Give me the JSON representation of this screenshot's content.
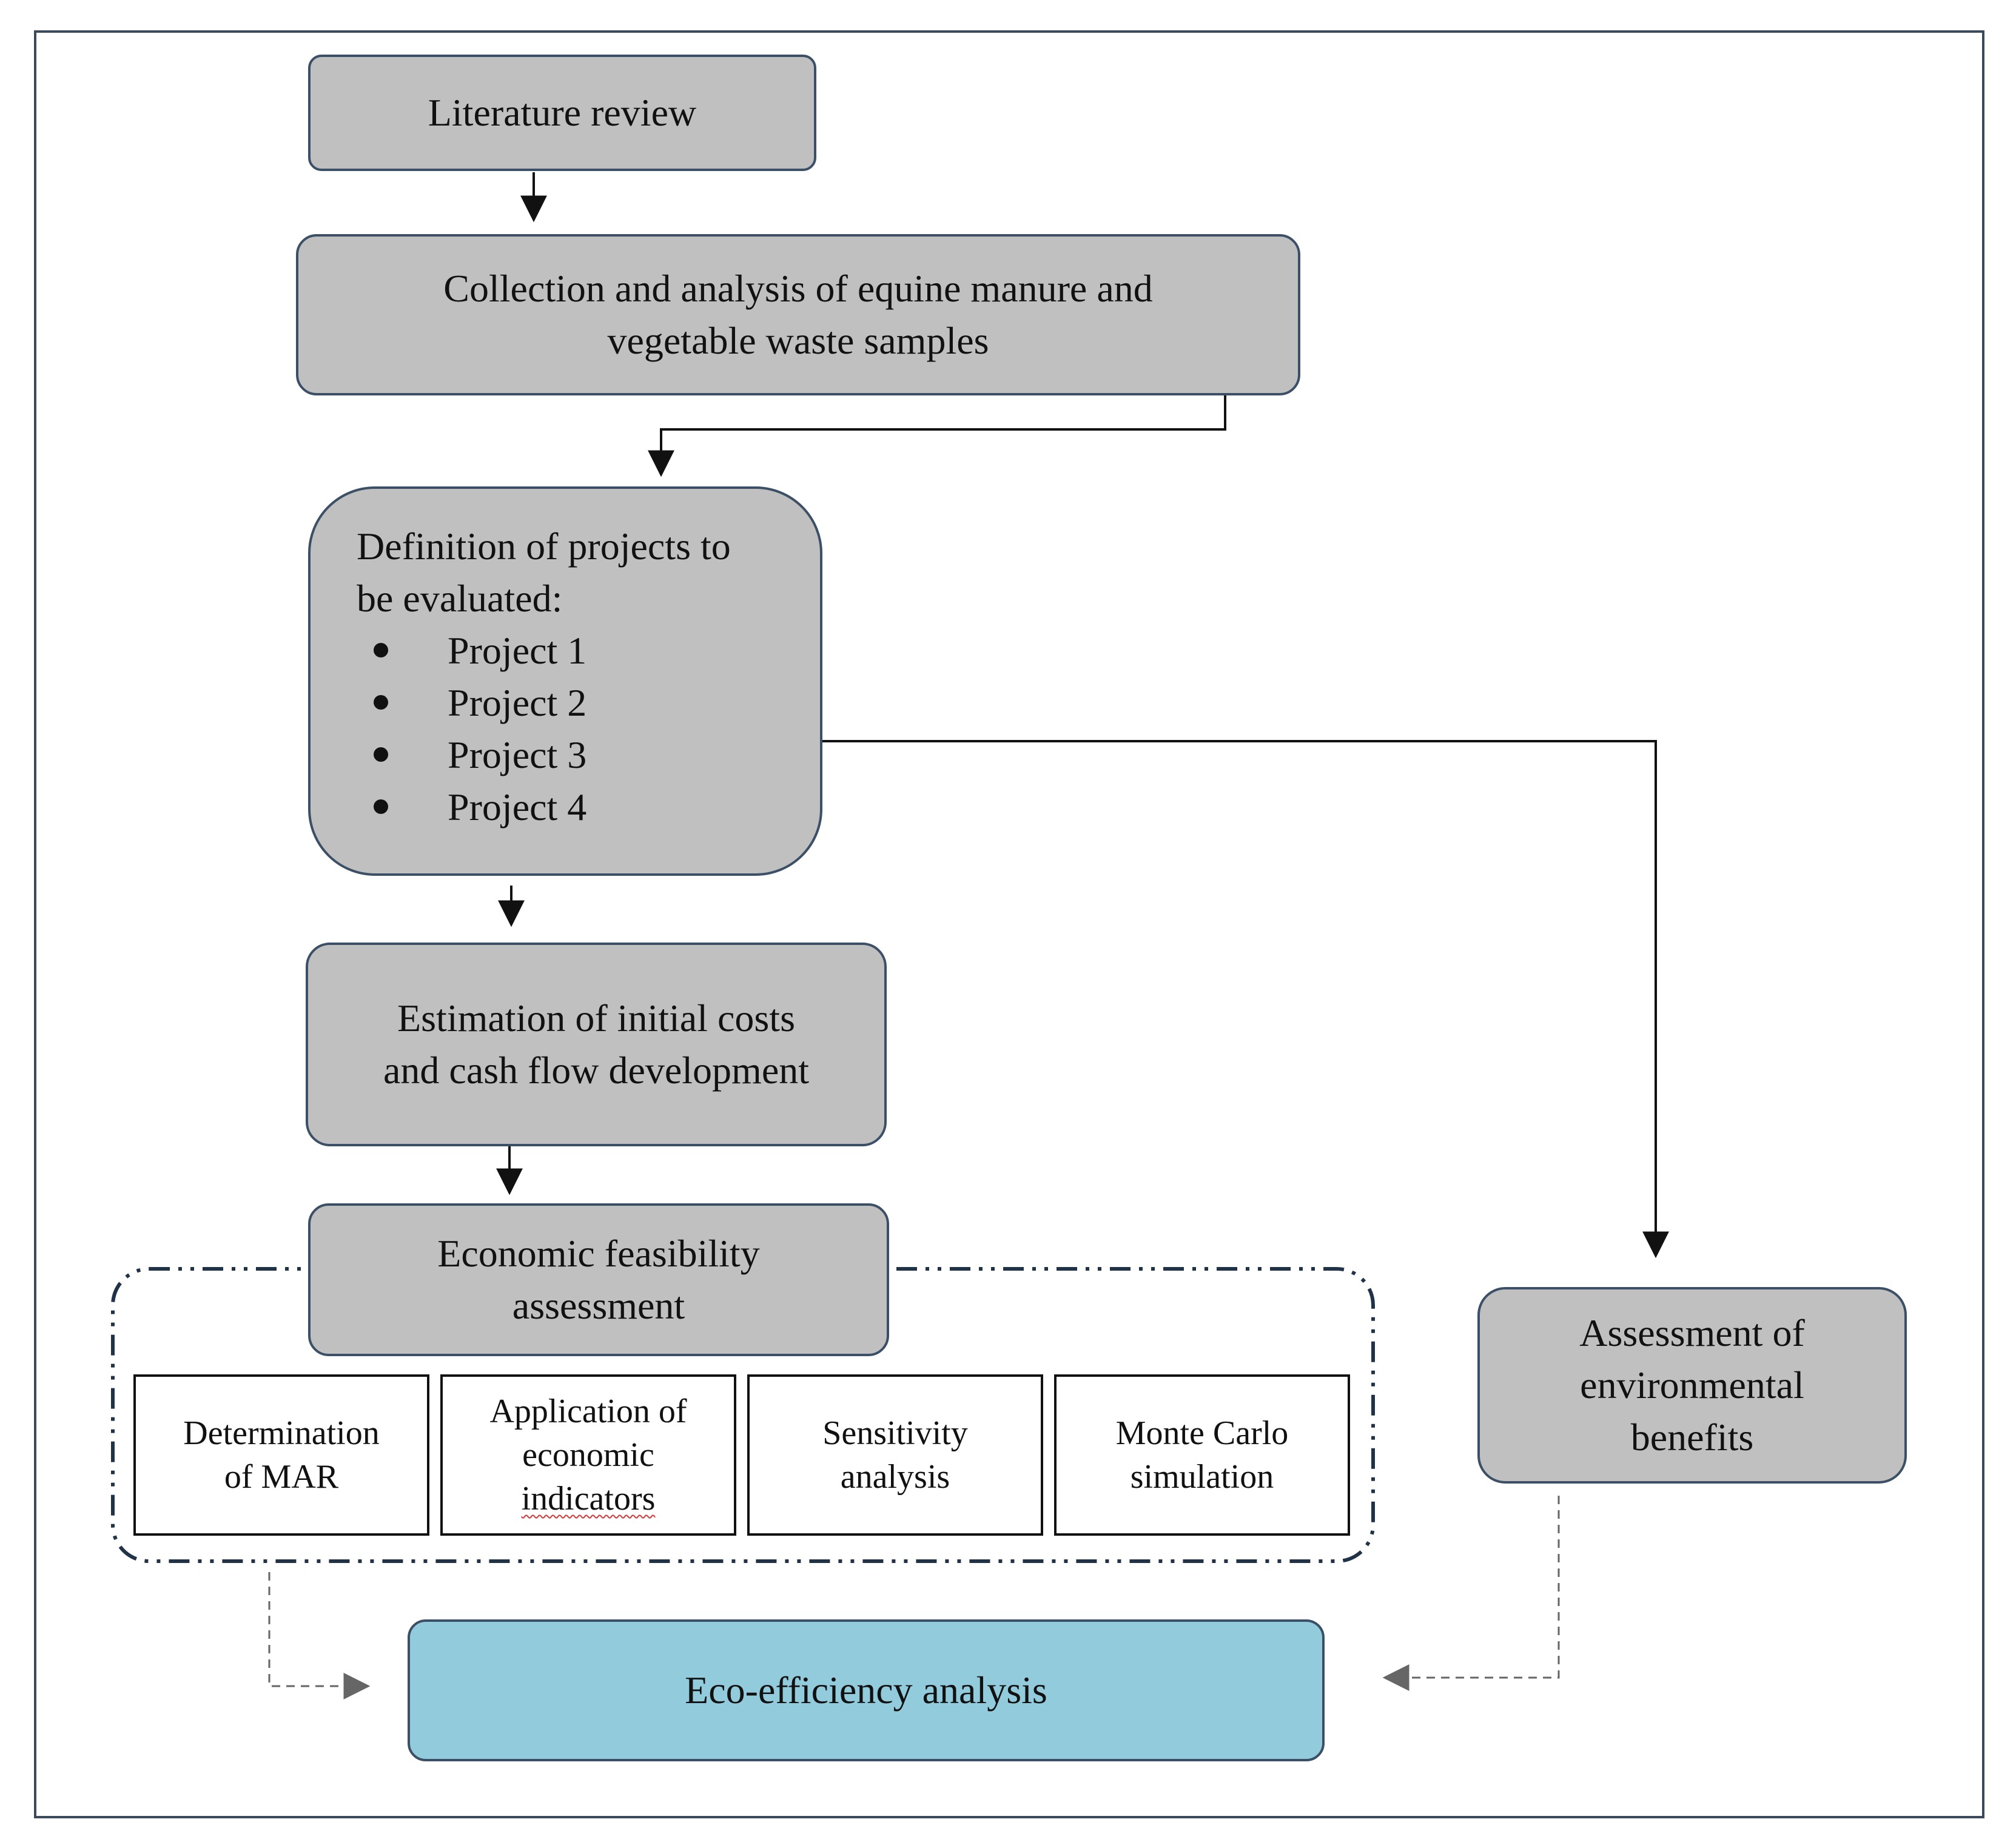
{
  "boxes": {
    "literature_review": "Literature review",
    "collection_line1": "Collection and analysis of equine manure and",
    "collection_line2": "vegetable waste samples",
    "definition_line1": "Definition of projects to",
    "definition_line2": "be evaluated:",
    "projects": [
      "Project 1",
      "Project 2",
      "Project 3",
      "Project 4"
    ],
    "estimation_line1": "Estimation of initial costs",
    "estimation_line2": "and cash flow development",
    "economic_line1": "Economic feasibility",
    "economic_line2": "assessment",
    "environmental_line1": "Assessment of",
    "environmental_line2": "environmental",
    "environmental_line3": "benefits",
    "eco_efficiency": "Eco-efficiency analysis"
  },
  "sub_steps": {
    "mar_line1": "Determination",
    "mar_line2": "of MAR",
    "indicators_line1": "Application of",
    "indicators_line2": "economic",
    "indicators_line3": "indicators",
    "sensitivity_line1": "Sensitivity",
    "sensitivity_line2": "analysis",
    "monte_line1": "Monte Carlo",
    "monte_line2": "simulation"
  },
  "colors": {
    "process_box": "#c0c0c0",
    "eco_box": "#92cbdc",
    "border": "#3b4f66",
    "dashed_group": "#1f3247",
    "dashed_arrow": "#666666"
  }
}
